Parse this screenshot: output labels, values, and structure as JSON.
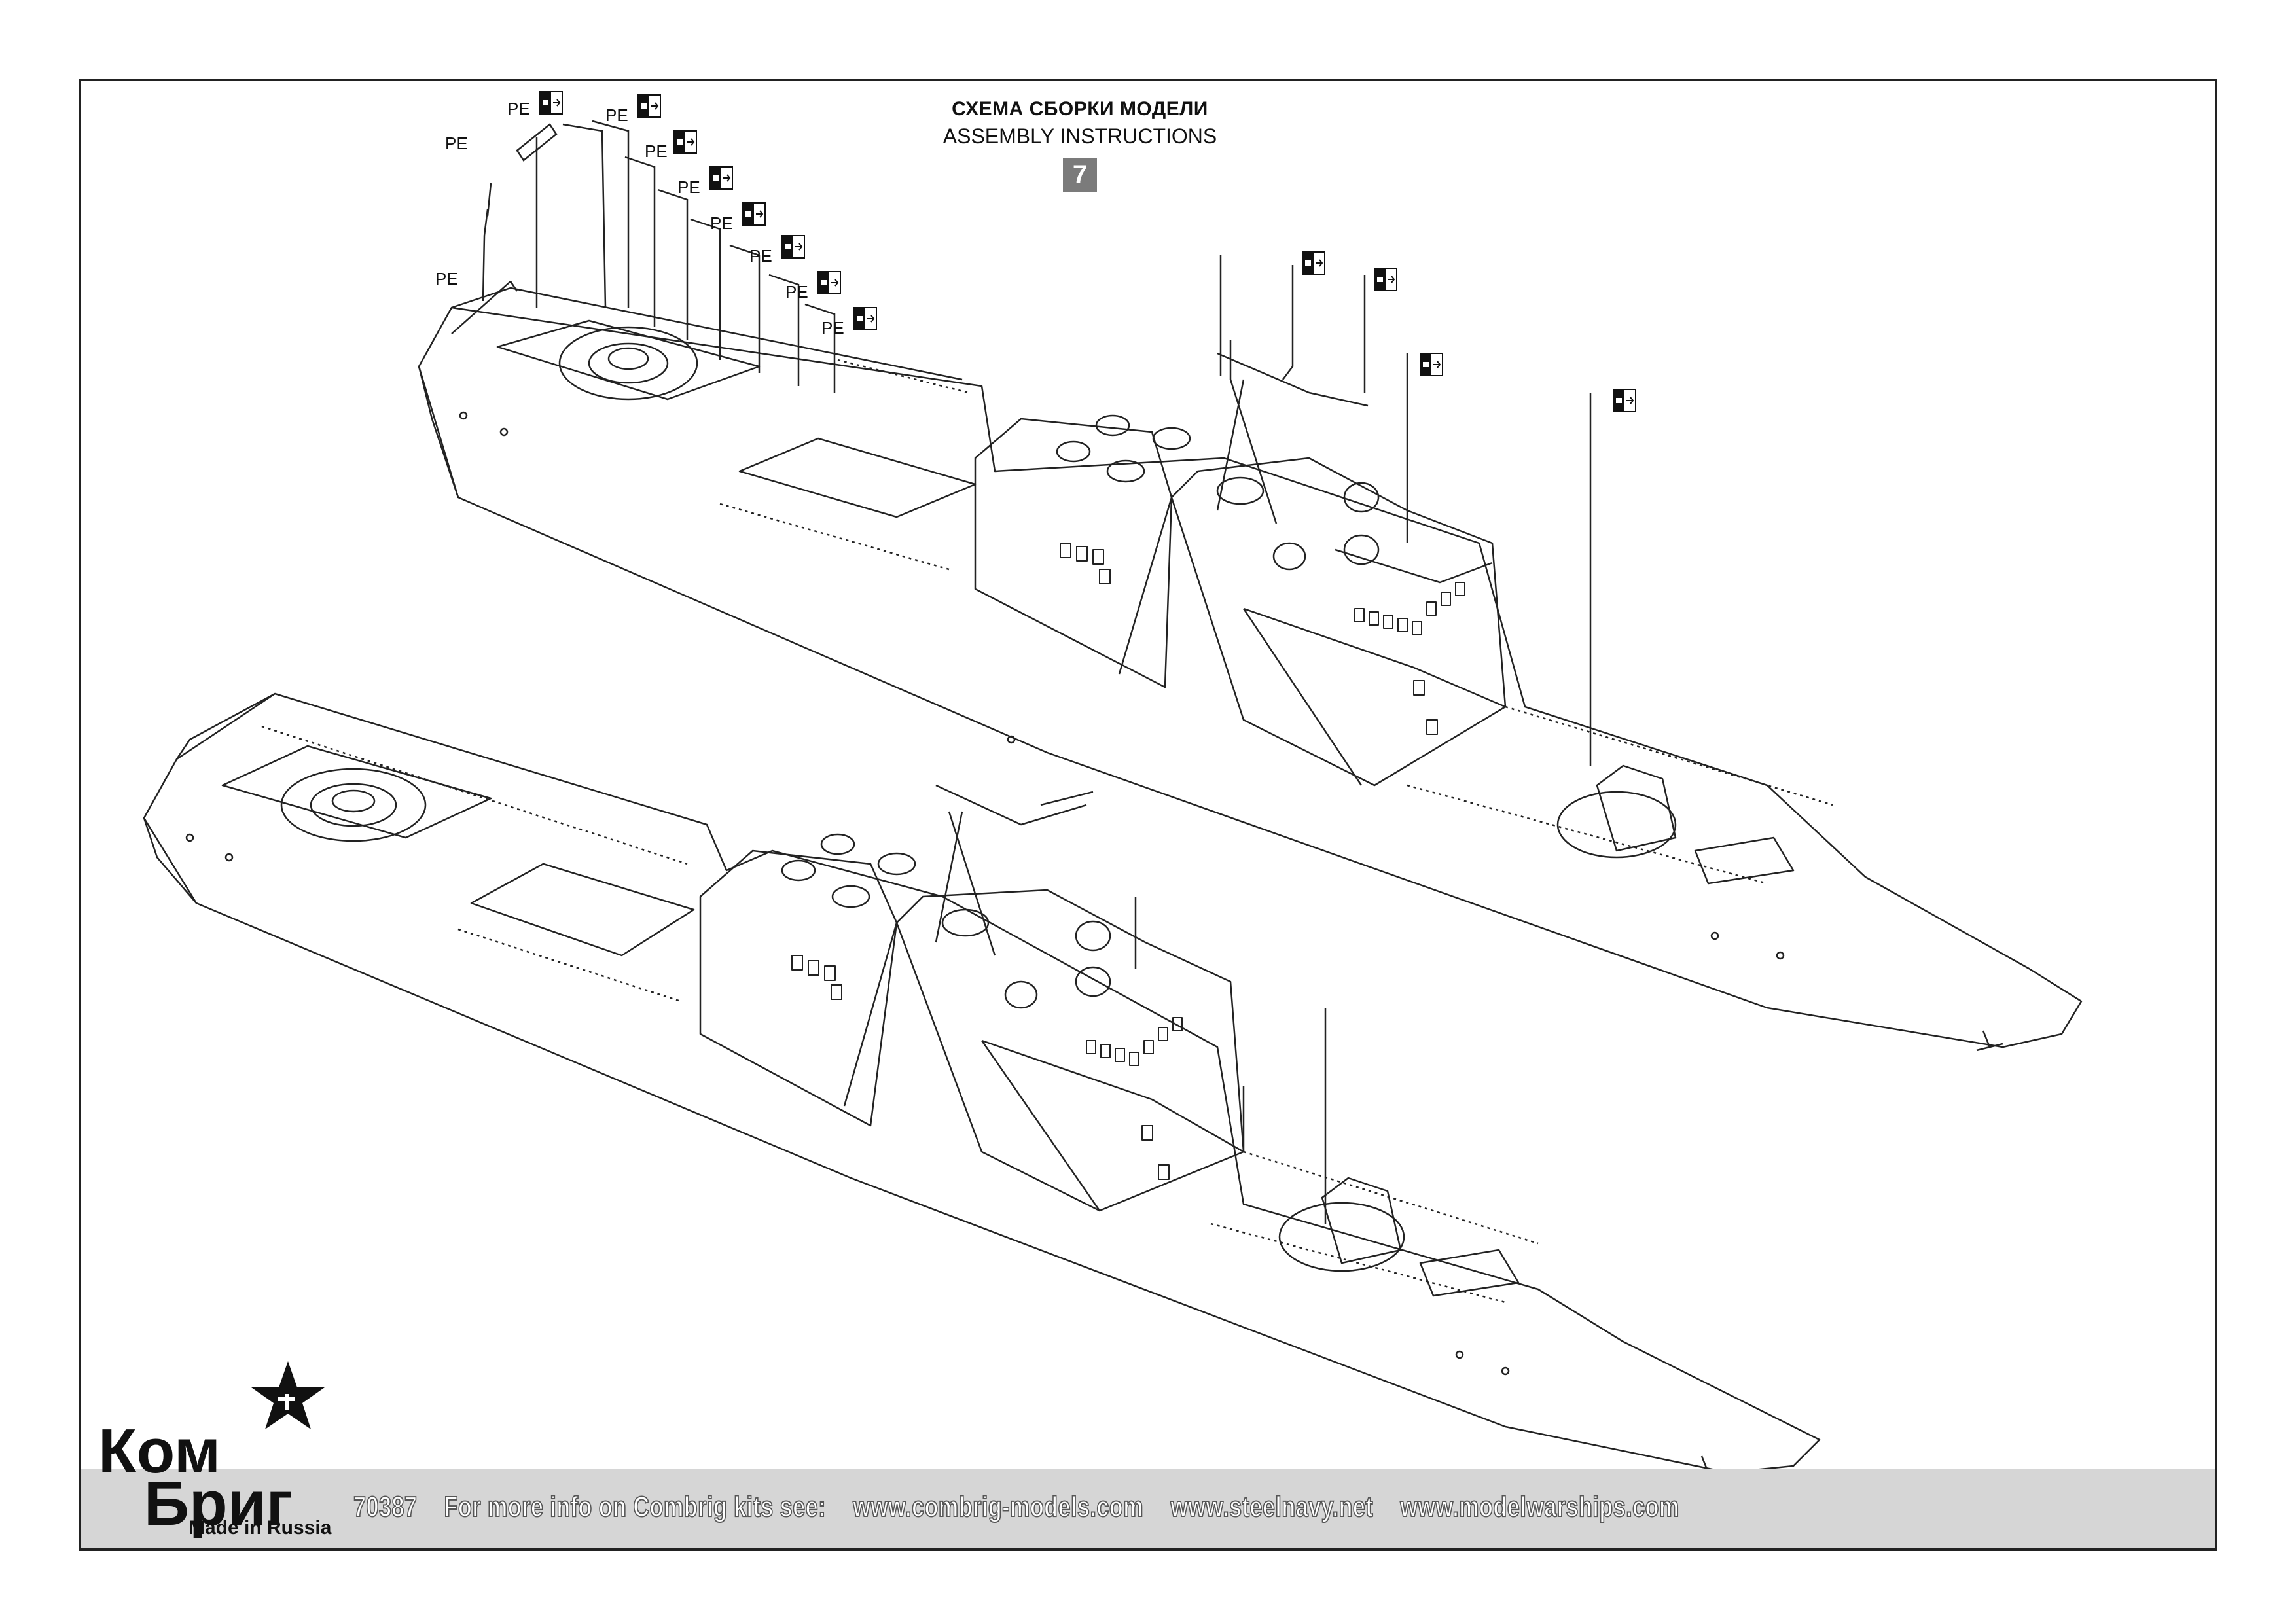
{
  "header": {
    "title_ru": "СХЕМА СБОРКИ МОДЕЛИ",
    "title_en": "ASSEMBLY INSTRUCTIONS",
    "step_number": "7"
  },
  "parts": {
    "pe_label": "PE"
  },
  "footer": {
    "kit_number": "70387",
    "info_text": "For more info on Combrig kits see:",
    "links": [
      "www.combrig-models.com",
      "www.steelnavy.net",
      "www.modelwarships.com"
    ]
  },
  "logo": {
    "line1": "Ком",
    "line2": "Бриг",
    "made_in": "Made in Russia"
  },
  "colors": {
    "line": "#222222",
    "footer_band": "#d6d6d6",
    "step_badge": "#7b7b7b"
  },
  "icons": [
    "photo-etch-part-icon",
    "star-emblem-icon"
  ]
}
